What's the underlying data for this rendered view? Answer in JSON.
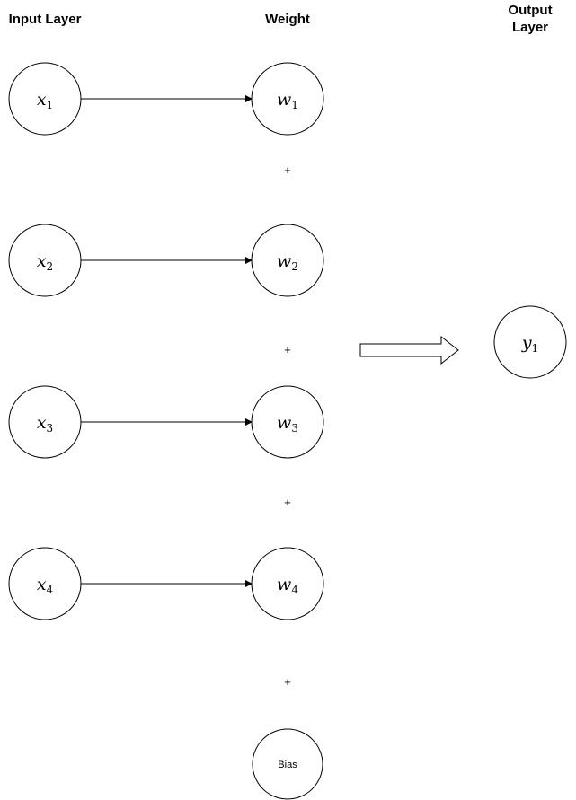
{
  "headers": {
    "input": "Input Layer",
    "weight": "Weight",
    "output_line1": "Output",
    "output_line2": "Layer"
  },
  "inputs": [
    {
      "var": "x",
      "sub": "1"
    },
    {
      "var": "x",
      "sub": "2"
    },
    {
      "var": "x",
      "sub": "3"
    },
    {
      "var": "x",
      "sub": "4"
    }
  ],
  "weights": [
    {
      "var": "w",
      "sub": "1"
    },
    {
      "var": "w",
      "sub": "2"
    },
    {
      "var": "w",
      "sub": "3"
    },
    {
      "var": "w",
      "sub": "4"
    }
  ],
  "plus_signs": [
    "+",
    "+",
    "+",
    "+"
  ],
  "bias_label": "Bias",
  "output": {
    "var": "y",
    "sub": "1"
  }
}
